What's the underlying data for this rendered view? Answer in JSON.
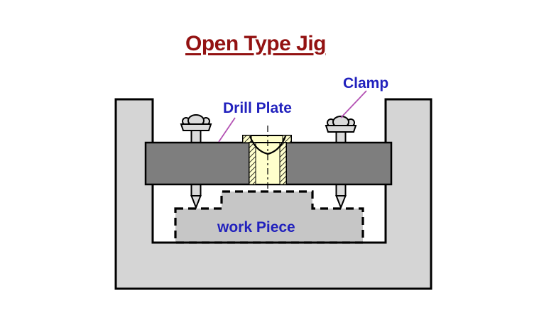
{
  "title": {
    "text": "Open Type Jig"
  },
  "labels": {
    "drill_plate": "Drill Plate",
    "clamp": "Clamp",
    "work_piece": "work Piece"
  },
  "parts": {
    "base": "jig-base",
    "plate": "drill-plate",
    "bushing": "drill-bushing",
    "work": "work-piece",
    "screw_left": "clamp-screw-left",
    "screw_right": "clamp-screw-right"
  },
  "colors": {
    "title": "#931212",
    "label": "#2121BD",
    "leader": "#B351B3",
    "base": "#D5D5D5",
    "workpiece": "#C6C6C6",
    "plate": "#7E7E7E",
    "screw": "#DBDBDB",
    "bushing": "#FFFFCC",
    "outline": "#000000",
    "background": "#FFFFFF"
  }
}
